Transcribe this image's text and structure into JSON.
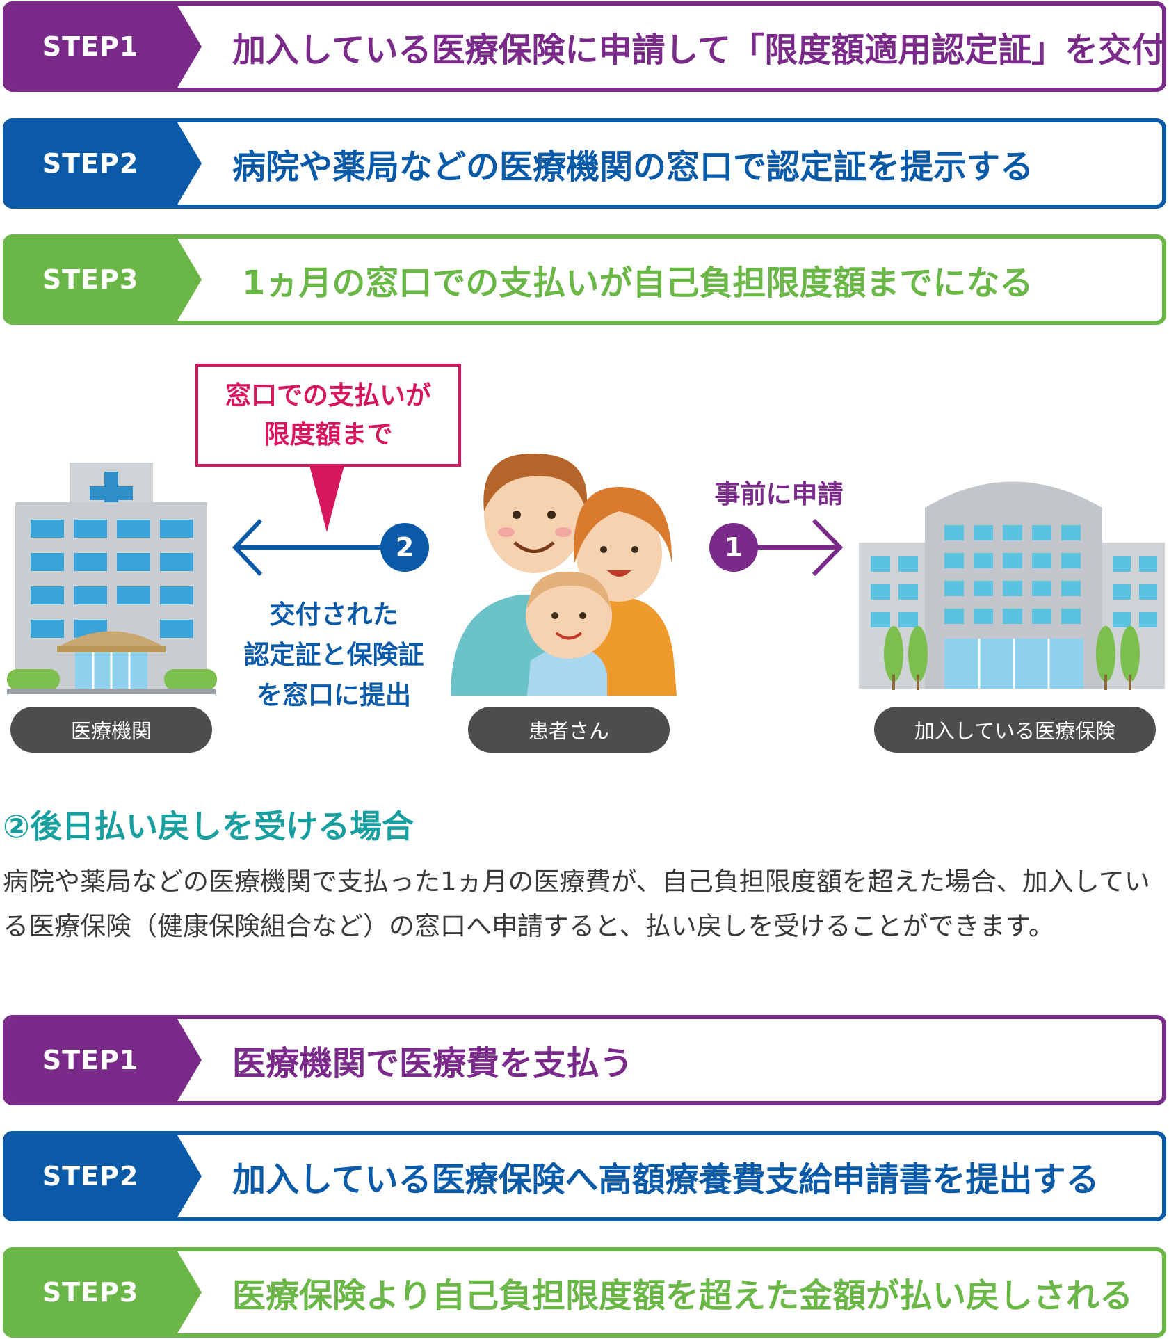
{
  "top_steps": [
    {
      "tag": "STEP1",
      "text": "加入している医療保険に申請して「限度額適用認定証」を交付してもらう",
      "color": "#7a2b8a"
    },
    {
      "tag": "STEP2",
      "text": "病院や薬局などの医療機関の窓口で認定証を提示する",
      "color": "#0a5aa8"
    },
    {
      "tag": "STEP3",
      "text": "1ヵ月の窓口での支払いが自己負担限度額までになる",
      "color": "#6ab647"
    }
  ],
  "diagram": {
    "callout_line1": "窓口での支払いが",
    "callout_line2": "限度額まで",
    "step2_number": "2",
    "step2_line1": "交付された",
    "step2_line2": "認定証と保険証",
    "step2_line3": "を窓口に提出",
    "step1_number": "1",
    "step1_label": "事前に申請",
    "label_hospital": "医療機関",
    "label_patient": "患者さん",
    "label_insurer": "加入している医療保険",
    "colors": {
      "purple": "#7a2b8a",
      "blue": "#0a5aa8",
      "pink": "#d6175d",
      "pill": "#4d4d4d"
    }
  },
  "section2": {
    "heading": "②後日払い戻しを受ける場合",
    "paragraph": "病院や薬局などの医療機関で支払った1ヵ月の医療費が、自己負担限度額を超えた場合、加入している医療保険（健康保険組合など）の窓口へ申請すると、払い戻しを受けることができます。"
  },
  "bottom_steps": [
    {
      "tag": "STEP1",
      "text": "医療機関で医療費を支払う",
      "color": "#7a2b8a"
    },
    {
      "tag": "STEP2",
      "text": "加入している医療保険へ高額療養費支給申請書を提出する",
      "color": "#0a5aa8"
    },
    {
      "tag": "STEP3",
      "text": "医療保険より自己負担限度額を超えた金額が払い戻しされる",
      "color": "#6ab647"
    }
  ]
}
